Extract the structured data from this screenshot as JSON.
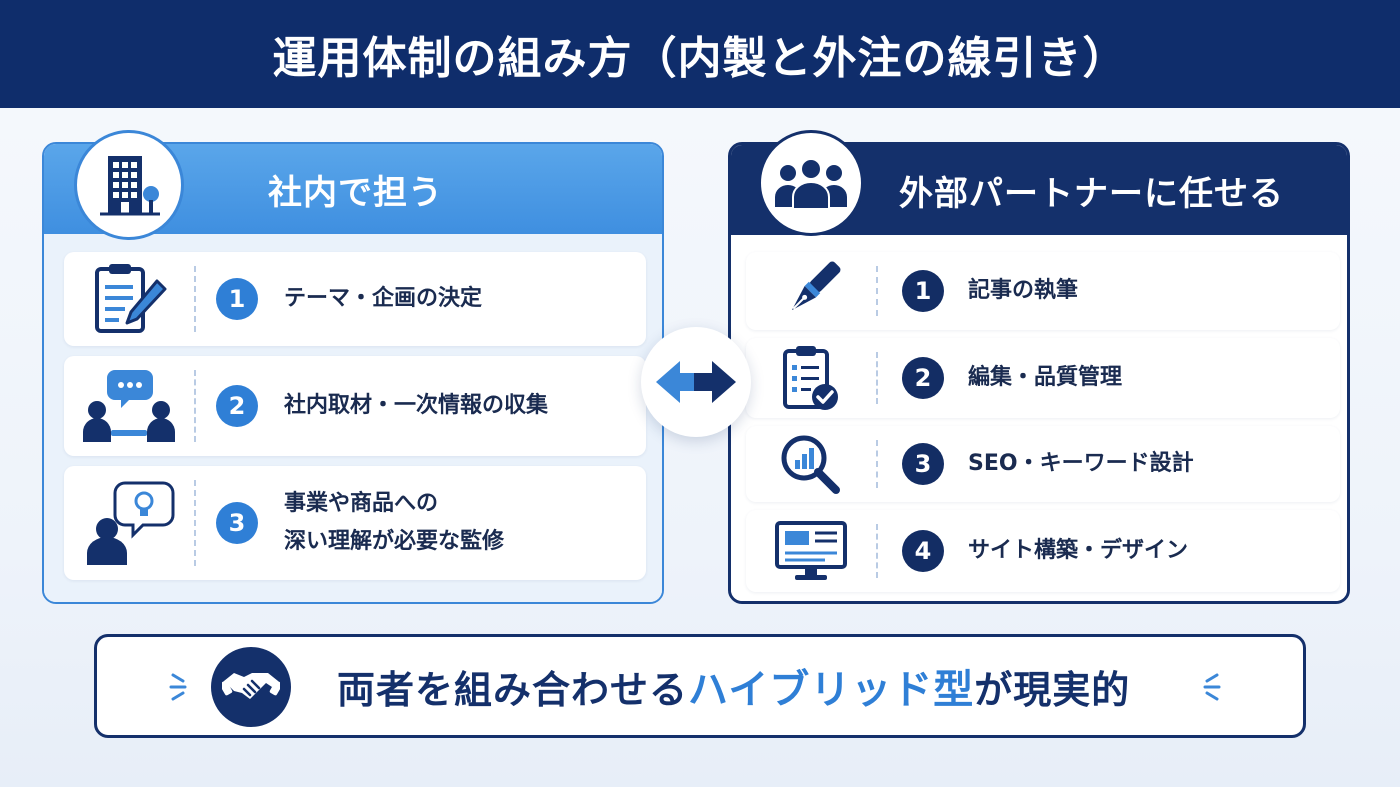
{
  "title": "運用体制の組み方（内製と外注の線引き）",
  "colors": {
    "navy": "#14306b",
    "accent_blue": "#2f7fd6",
    "light_blue": "#5aa6ea"
  },
  "left_panel": {
    "title": "社内で担う",
    "header_icon": "office-building-icon",
    "items": [
      {
        "number": "1",
        "icon": "clipboard-pencil-icon",
        "line1": "テーマ・企画の決定",
        "line2": ""
      },
      {
        "number": "2",
        "icon": "interview-icon",
        "line1": "社内取材・一次情報の収集",
        "line2": ""
      },
      {
        "number": "3",
        "icon": "person-lightbulb-icon",
        "line1": "事業や商品への",
        "line2": "深い理解が必要な監修"
      }
    ]
  },
  "right_panel": {
    "title": "外部パートナーに任せる",
    "header_icon": "team-icon",
    "items": [
      {
        "number": "1",
        "icon": "fountain-pen-icon",
        "label": "記事の執筆"
      },
      {
        "number": "2",
        "icon": "checklist-icon",
        "label": "編集・品質管理"
      },
      {
        "number": "3",
        "icon": "search-chart-icon",
        "label": "SEO・キーワード設計"
      },
      {
        "number": "4",
        "icon": "monitor-icon",
        "label": "サイト構築・デザイン"
      }
    ]
  },
  "center_icon": "bidirectional-arrow-icon",
  "footer": {
    "icon": "handshake-icon",
    "text_before": "両者を組み合わせる",
    "text_accent": "ハイブリッド型",
    "text_after": "が現実的"
  }
}
